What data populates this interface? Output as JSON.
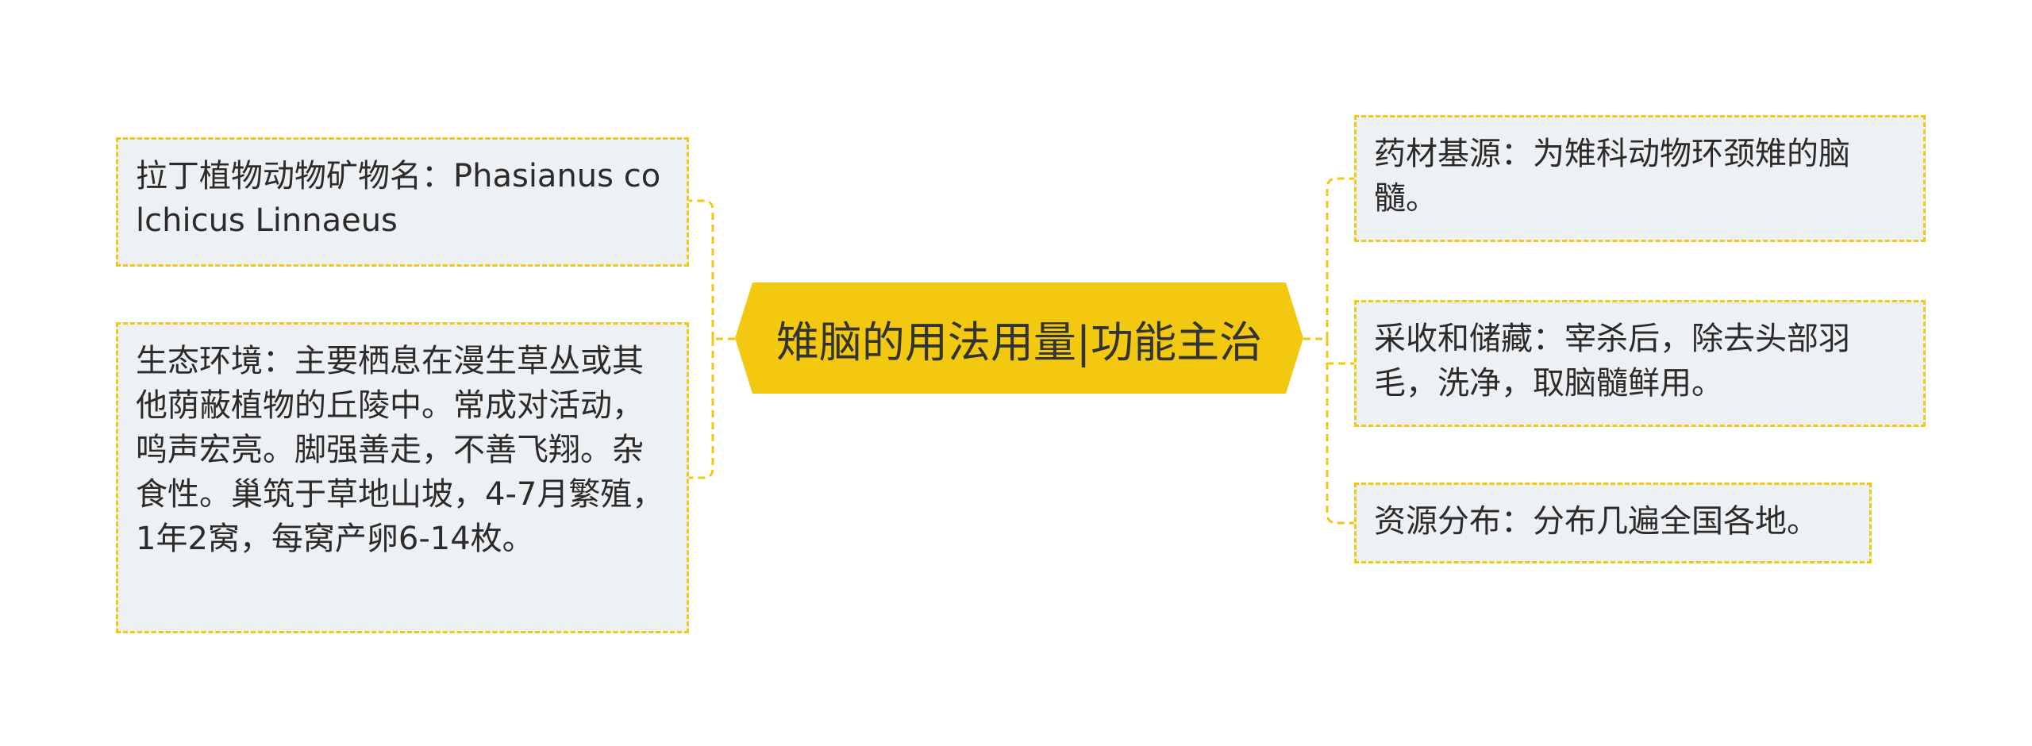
{
  "colors": {
    "accent": "#f2c811",
    "node_fill": "#eef1f4",
    "text": "#2b2b2b"
  },
  "central": {
    "text": "雉脑的用法用量|功能主治"
  },
  "left_nodes": [
    {
      "text": "拉丁植物动物矿物名：Phasianus colchicus Linnaeus"
    },
    {
      "text": "生态环境：主要栖息在漫生草丛或其他荫蔽植物的丘陵中。常成对活动，鸣声宏亮。脚强善走，不善飞翔。杂食性。巢筑于草地山坡，4-7月繁殖，1年2窝，每窝产卵6-14枚。"
    }
  ],
  "right_nodes": [
    {
      "text": "药材基源：为雉科动物环颈雉的脑髓。"
    },
    {
      "text": "采收和储藏：宰杀后，除去头部羽毛，洗净，取脑髓鲜用。"
    },
    {
      "text": "资源分布：分布几遍全国各地。"
    }
  ]
}
